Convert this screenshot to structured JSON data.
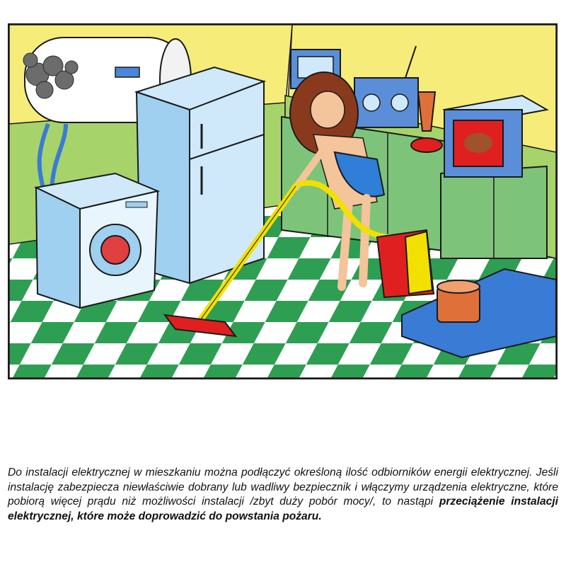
{
  "illustration": {
    "alt": "Kitchen scene with a woman vacuuming, overloaded electric appliances and a smoking water heater",
    "colors": {
      "floor_green": "#2e9e52",
      "wall_yellow": "#f6ec7a",
      "wall_green": "#a7d36b",
      "appliance_blue": "#9fd0f0",
      "cabinet_green": "#7dc47a",
      "vacuum_yellow": "#f2e000",
      "vacuum_red": "#e02020",
      "pot_orange": "#e0703a",
      "hair_brown": "#8a3a1c",
      "smoke_grey": "#6c6c6c"
    }
  },
  "caption": {
    "plain": "Do instalacji elektrycznej w mieszkaniu można podłączyć określoną ilość odbiorników energii elektrycznej. Jeśli instalację zabezpiecza niewłaściwie dobrany lub wadliwy bezpiecznik i włączymy urządzenia elektryczne, które pobiorą więcej prądu niż możliwości instalacji /zbyt duży pobór mocy/, to nastąpi ",
    "emphasis": "przeciążenie instalacji elektrycznej, które może doprowadzić do powstania pożaru."
  }
}
